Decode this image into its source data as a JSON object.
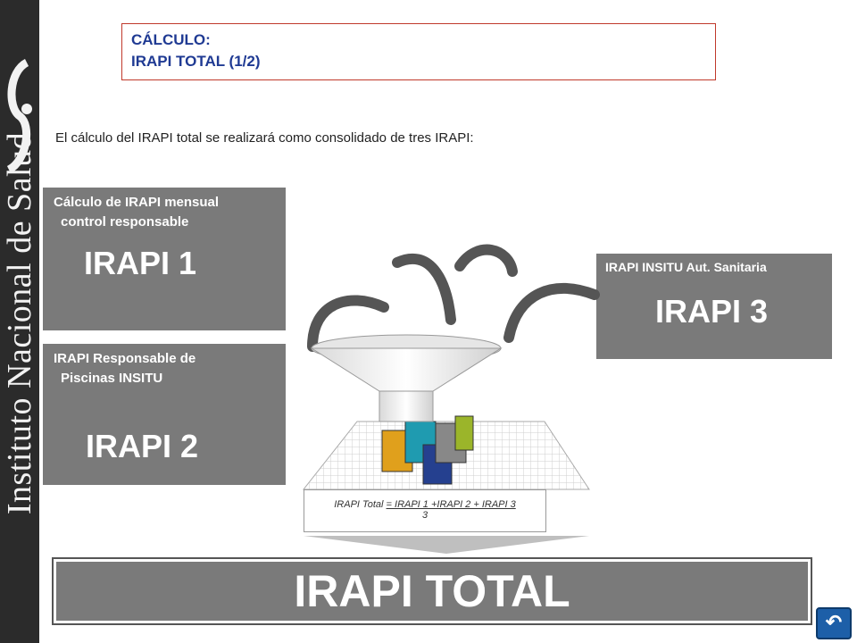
{
  "sidebar": {
    "institution": "Instituto Nacional de Salud"
  },
  "title": {
    "line1": "CÁLCULO:",
    "line2": "IRAPI  TOTAL (1/2)"
  },
  "intro": "El cálculo del IRAPI total se realizará como consolidado de tres IRAPI:",
  "boxes": {
    "irapi1": {
      "caption1": "Cálculo de IRAPI mensual",
      "caption2": "control responsable",
      "label": "IRAPI 1"
    },
    "irapi2": {
      "caption1": "IRAPI Responsable de",
      "caption2": "Piscinas INSITU",
      "label": "IRAPI 2"
    },
    "irapi3": {
      "caption": "IRAPI INSITU Aut. Sanitaria",
      "label": "IRAPI 3"
    }
  },
  "formula": {
    "prefix": "IRAPI Total ",
    "expr": "= IRAPI 1 +IRAPI 2 + IRAPI 3",
    "denominator": "3"
  },
  "total": "IRAPI TOTAL",
  "nav": {
    "icon": "return-icon"
  },
  "colors": {
    "box_gray": "#7a7a7a",
    "title_blue": "#1f3a93",
    "title_border": "#c0392b",
    "nav_blue": "#1d5fa8"
  }
}
